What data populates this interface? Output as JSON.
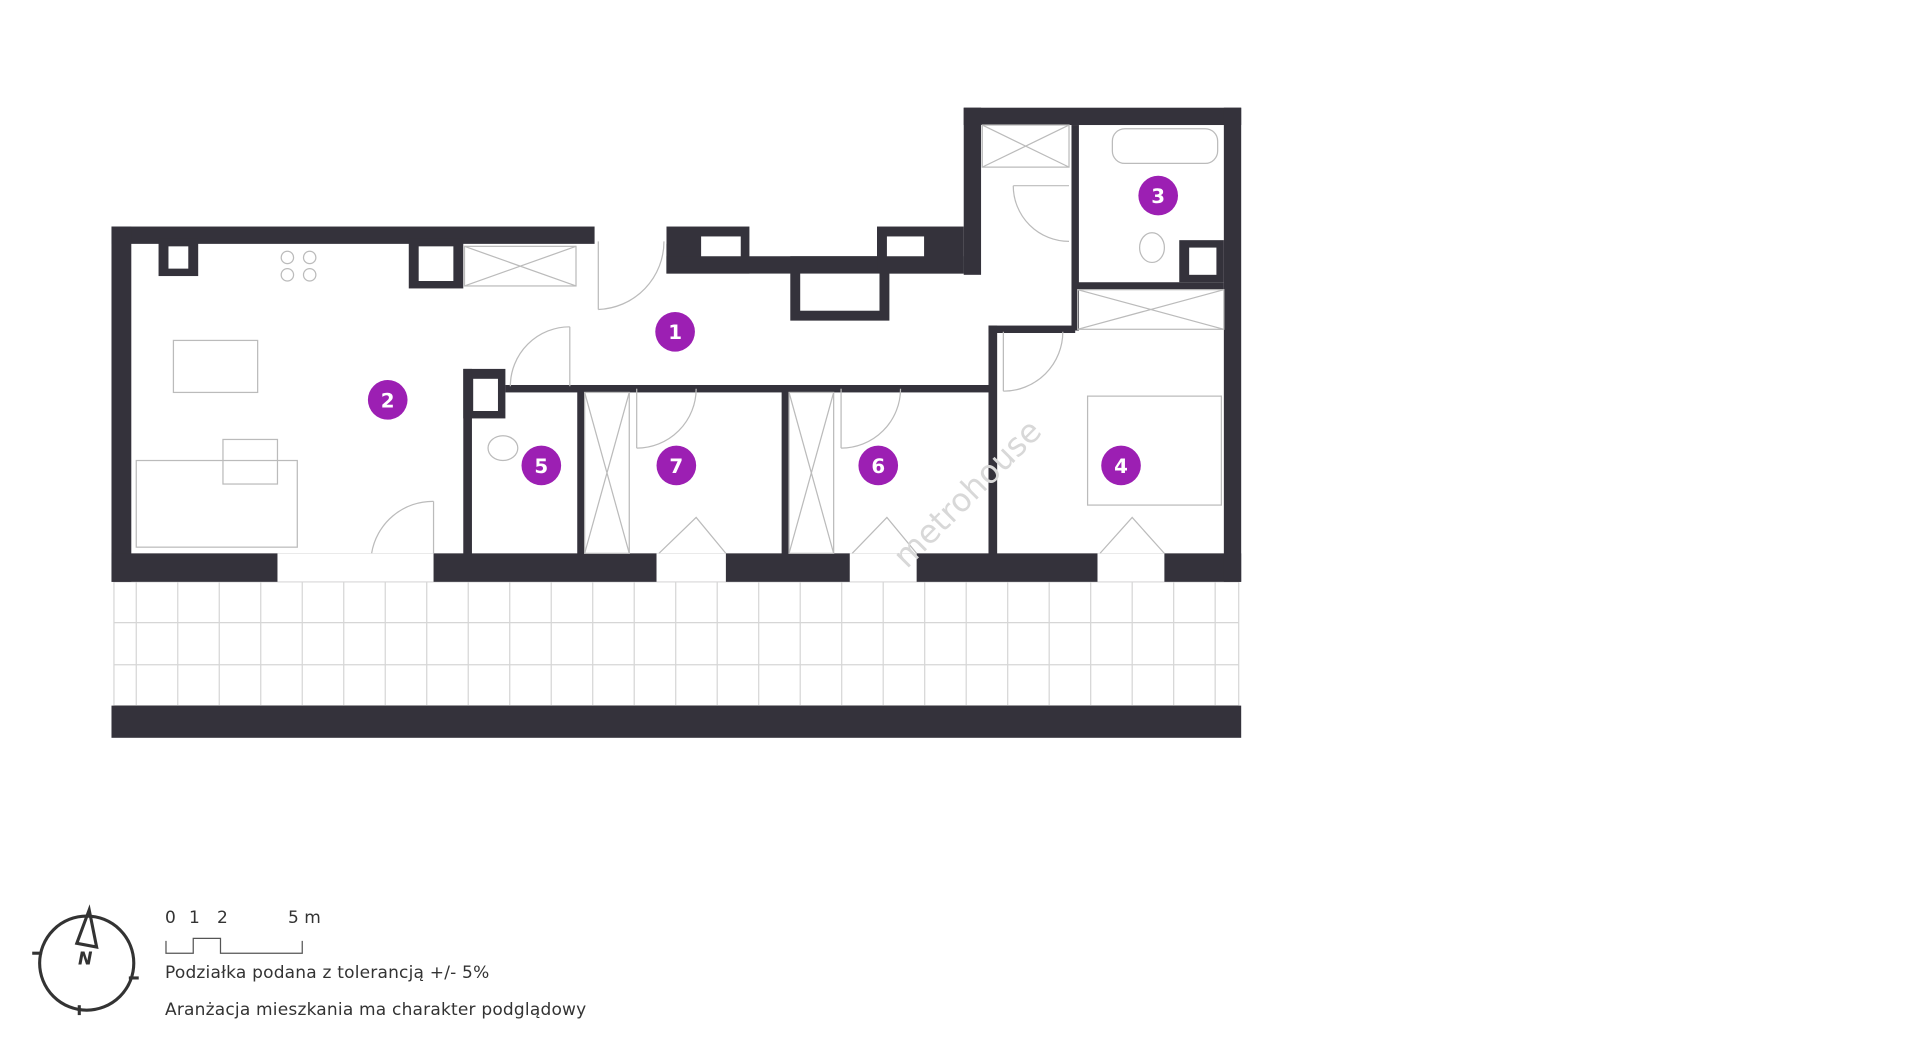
{
  "plan": {
    "rooms": [
      {
        "number": "1"
      },
      {
        "number": "2"
      },
      {
        "number": "3"
      },
      {
        "number": "4"
      },
      {
        "number": "5"
      },
      {
        "number": "6"
      },
      {
        "number": "7"
      }
    ],
    "watermark": "metrohouse",
    "badge_color": "#9c1fb3",
    "wall_color": "#34323b"
  },
  "legend": {
    "compass_label": "N",
    "scale_ticks": [
      "0",
      "1",
      "2",
      "5 m"
    ],
    "tolerance_note": "Podziałka podana z tolerancją +/- 5%",
    "arrangement_note": "Aranżacja mieszkania ma charakter podglądowy"
  }
}
